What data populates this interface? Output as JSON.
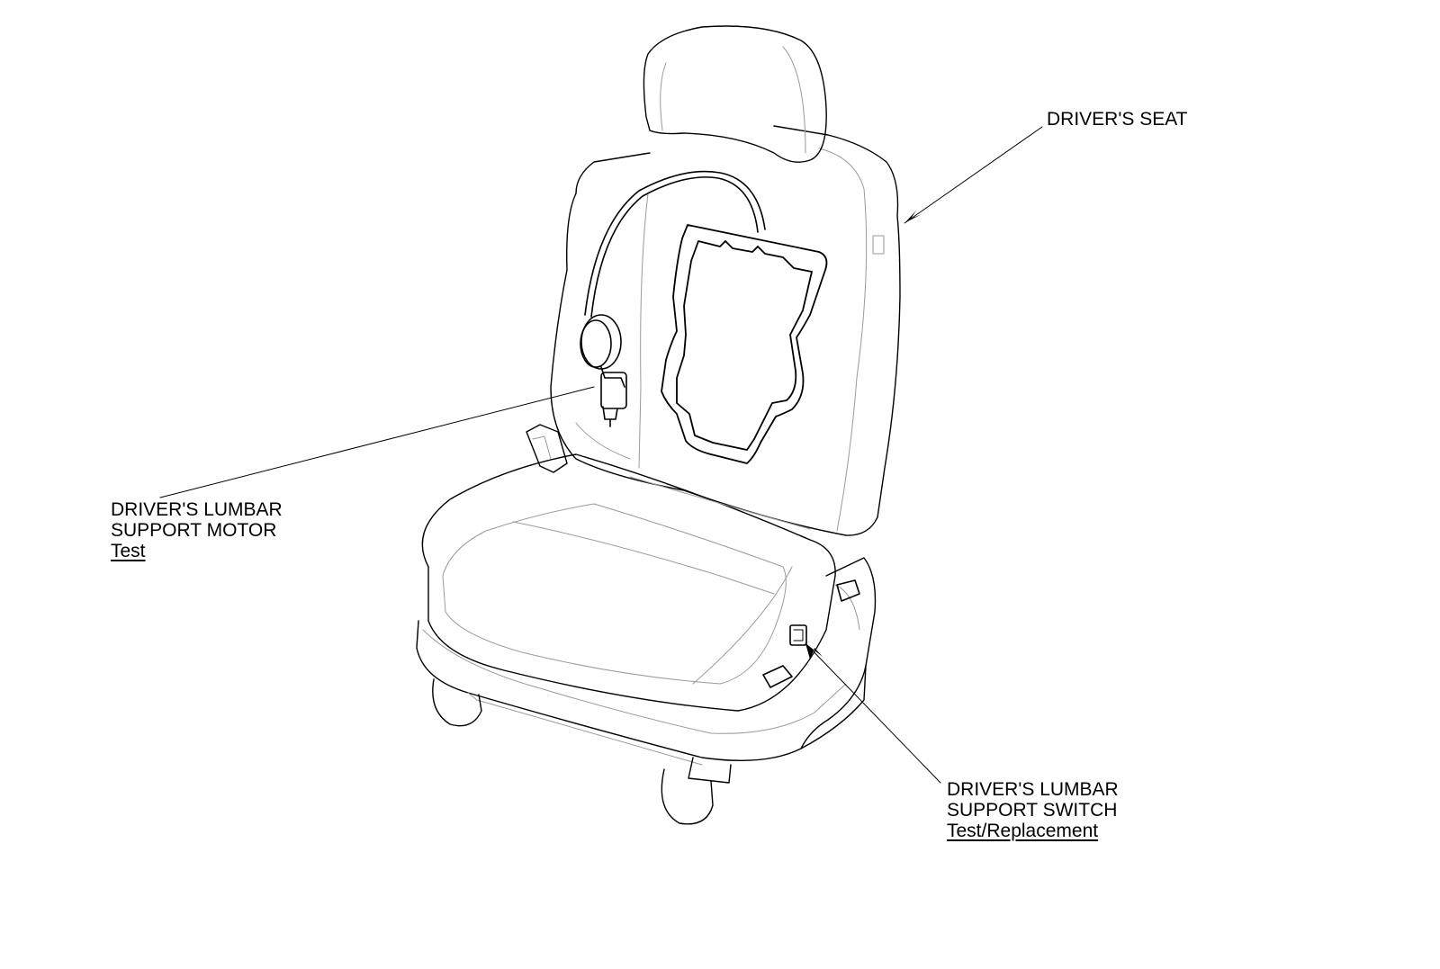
{
  "callouts": {
    "drivers_seat": {
      "label": "DRIVER'S SEAT"
    },
    "lumbar_motor": {
      "line1": "DRIVER'S LUMBAR",
      "line2": "SUPPORT MOTOR",
      "link": "Test"
    },
    "lumbar_switch": {
      "line1": "DRIVER'S LUMBAR",
      "line2": "SUPPORT SWITCH",
      "link": "Test/Replacement"
    }
  },
  "colors": {
    "line": "#000000",
    "thin_line": "#9a9a9a",
    "background": "#ffffff"
  }
}
